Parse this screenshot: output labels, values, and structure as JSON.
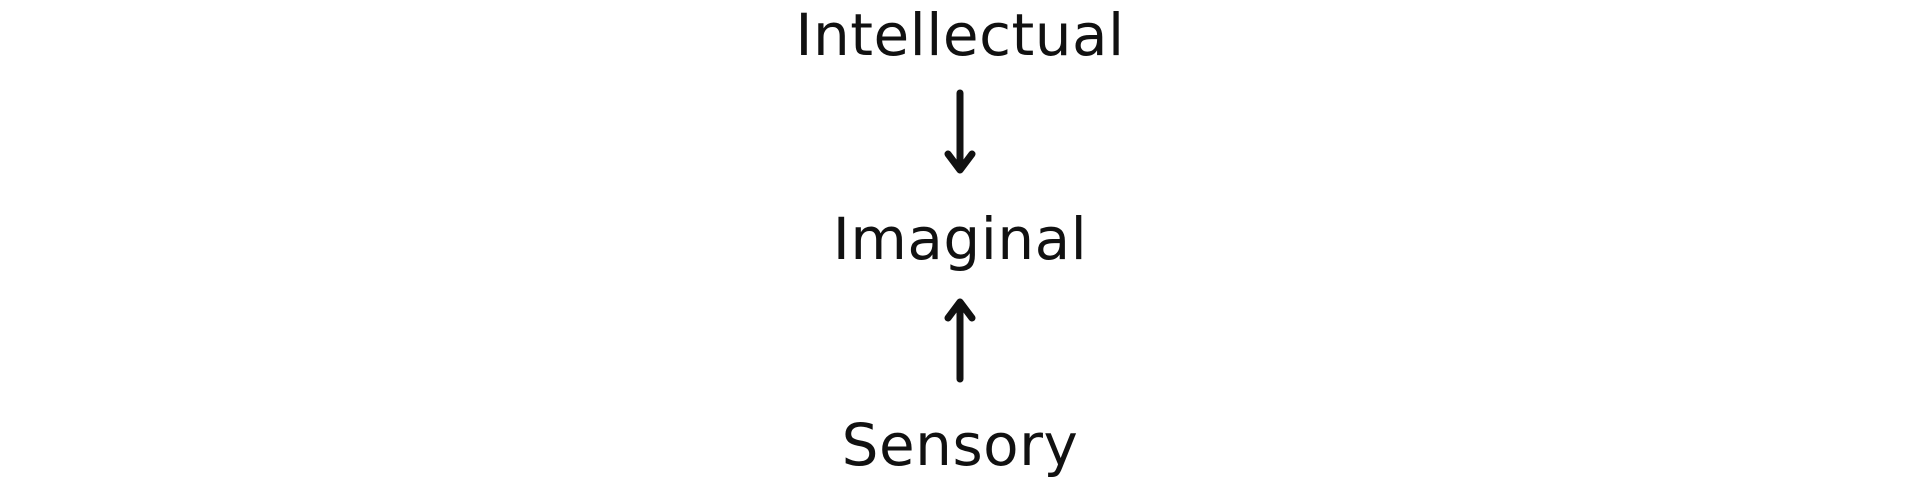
{
  "diagram": {
    "nodes": [
      {
        "label": "Intellectual"
      },
      {
        "label": "Imaginal"
      },
      {
        "label": "Sensory"
      }
    ],
    "arrows": [
      {
        "from": "Intellectual",
        "to": "Imaginal",
        "direction": "down"
      },
      {
        "from": "Sensory",
        "to": "Imaginal",
        "direction": "up"
      }
    ],
    "colors": {
      "background": "#ffffff",
      "foreground": "#111111"
    }
  }
}
